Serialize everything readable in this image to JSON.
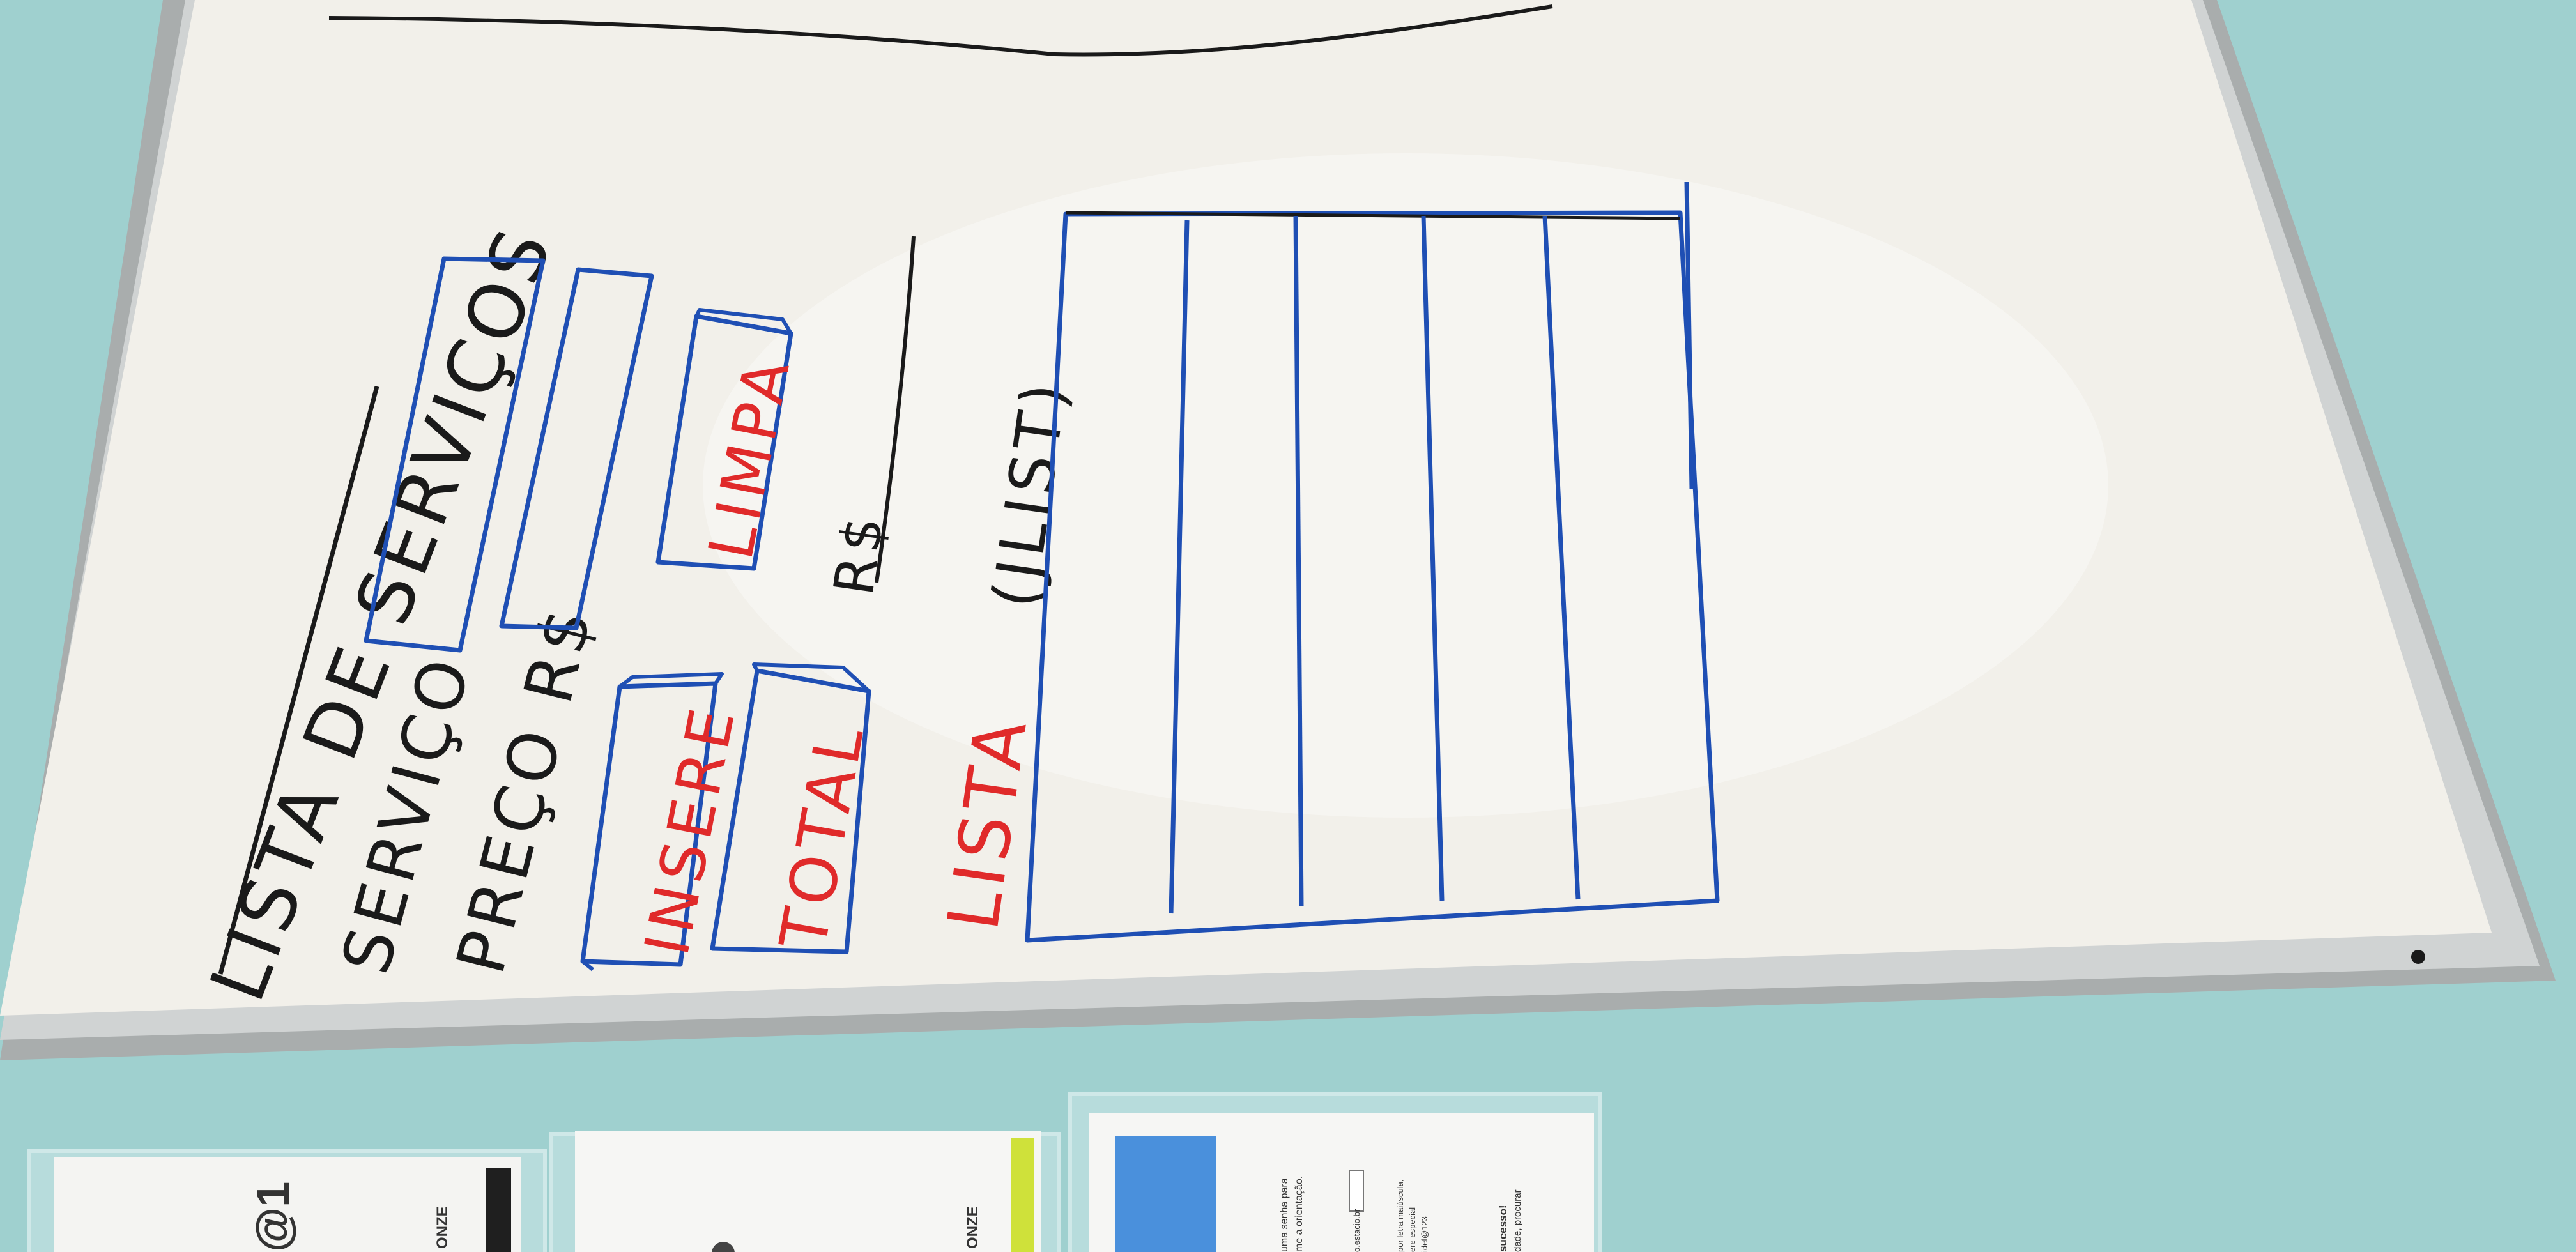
{
  "whiteboard": {
    "title": "LISTA DE SERVIÇOS",
    "labels": {
      "service": "SERVIÇO",
      "price": "PREÇO R$",
      "total_prefix": "R$",
      "list": "LISTA",
      "list_note": "(JLIST)"
    },
    "buttons": {
      "insert": "INSERE",
      "total": "TOTAL",
      "clear": "LIMPA"
    }
  },
  "posters": {
    "left_fragment": "@1",
    "left_word": "ONZE",
    "middle_word": "ONZE",
    "right_lines": [
      "uma senha para",
      "me a orientação.",
      "o.estacio.br",
      "por letra maiúscula,",
      "ere especial",
      "idef@123",
      "sucesso!",
      "dade, procurar"
    ]
  },
  "colors": {
    "wall": "#9fd0cf",
    "board": "#f2f0ea",
    "frame": "#b9bcbc",
    "marker_blue": "#1f4fb4",
    "marker_red": "#e02a2a",
    "marker_black": "#1a1a1a"
  }
}
